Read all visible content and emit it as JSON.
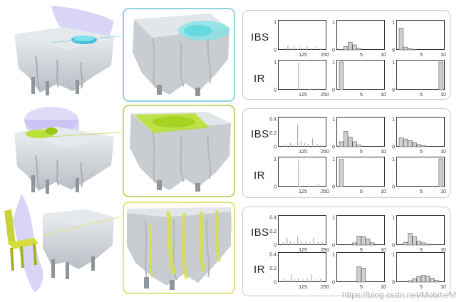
{
  "scenes": [
    {
      "object": "bowl",
      "cloud_color": "#7fe3e6",
      "frame_color": "#8fd3e0"
    },
    {
      "object": "bowl",
      "cloud_color": "#b6e02a",
      "frame_color": "#c2d96b"
    },
    {
      "object": "chair",
      "cloud_color": "#d8e04a",
      "frame_color": "#e3e37a"
    }
  ],
  "labels": {
    "ibs": "IBS",
    "ir": "IR"
  },
  "watermark": "https://blog.csdn.net/MobiheM",
  "chart_data": [
    {
      "scene": 1,
      "row": "IBS",
      "type": "bar",
      "xlim": [
        0,
        250
      ],
      "ylim": [
        0,
        1
      ],
      "xticks": [
        "125",
        "250"
      ],
      "yticks": [
        "0",
        "1"
      ],
      "bars": [
        [
          20,
          0.07
        ],
        [
          40,
          0.16
        ],
        [
          55,
          0.05
        ],
        [
          75,
          0.12
        ],
        [
          95,
          0.05
        ],
        [
          110,
          0.09
        ],
        [
          128,
          0.05
        ],
        [
          150,
          0.12
        ],
        [
          175,
          0.05
        ],
        [
          200,
          0.11
        ],
        [
          225,
          0.05
        ]
      ]
    },
    {
      "scene": 1,
      "row": "IBS",
      "type": "hist",
      "xlim": [
        0,
        10
      ],
      "ylim": [
        0,
        1
      ],
      "xticks": [
        "5",
        "10"
      ],
      "yticks": [
        "0",
        "1"
      ],
      "bins": [
        0.02,
        0.12,
        0.28,
        0.18,
        0.06,
        0,
        0,
        0,
        0,
        0
      ]
    },
    {
      "scene": 1,
      "row": "IBS",
      "type": "hist",
      "xlim": [
        0,
        10
      ],
      "ylim": [
        0,
        1
      ],
      "xticks": [
        "5",
        "10"
      ],
      "yticks": [
        "0",
        "1"
      ],
      "bins": [
        0.78,
        0.1,
        0.04,
        0.02,
        0,
        0,
        0,
        0,
        0,
        0
      ]
    },
    {
      "scene": 1,
      "row": "IR",
      "type": "bar",
      "xlim": [
        0,
        250
      ],
      "ylim": [
        0,
        1
      ],
      "xticks": [
        "125",
        "250"
      ],
      "yticks": [
        "0",
        "1"
      ],
      "bars": [
        [
          100,
          0.97
        ],
        [
          165,
          0.03
        ],
        [
          210,
          0.06
        ]
      ]
    },
    {
      "scene": 1,
      "row": "IR",
      "type": "hist",
      "xlim": [
        0,
        10
      ],
      "ylim": [
        0,
        1
      ],
      "xticks": [
        "5",
        "10"
      ],
      "yticks": [
        "0",
        "1"
      ],
      "bins": [
        1.0,
        0,
        0,
        0,
        0,
        0,
        0,
        0,
        0,
        0
      ]
    },
    {
      "scene": 1,
      "row": "IR",
      "type": "hist",
      "xlim": [
        0,
        10
      ],
      "ylim": [
        0,
        1
      ],
      "xticks": [
        "5",
        "10"
      ],
      "yticks": [
        "0",
        "1"
      ],
      "bins": [
        0,
        0,
        0,
        0,
        0,
        0,
        0,
        0,
        0,
        1.0
      ]
    },
    {
      "scene": 2,
      "row": "IBS",
      "type": "bar",
      "xlim": [
        0,
        250
      ],
      "ylim": [
        0,
        0.4
      ],
      "xticks": [
        "125",
        "250"
      ],
      "yticks": [
        "0",
        "0.2",
        "0.4"
      ],
      "bars": [
        [
          15,
          0.03
        ],
        [
          35,
          0.02
        ],
        [
          55,
          0.05
        ],
        [
          75,
          0.03
        ],
        [
          95,
          0.32
        ],
        [
          115,
          0.08
        ],
        [
          135,
          0.05
        ],
        [
          155,
          0.04
        ],
        [
          180,
          0.12
        ],
        [
          205,
          0.04
        ],
        [
          230,
          0.03
        ]
      ]
    },
    {
      "scene": 2,
      "row": "IBS",
      "type": "hist",
      "xlim": [
        0,
        10
      ],
      "ylim": [
        0,
        1
      ],
      "xticks": [
        "5",
        "10"
      ],
      "yticks": [
        "0",
        "1"
      ],
      "bins": [
        0.18,
        0.55,
        0.35,
        0.18,
        0.06,
        0,
        0,
        0,
        0,
        0
      ]
    },
    {
      "scene": 2,
      "row": "IBS",
      "type": "hist",
      "xlim": [
        0,
        10
      ],
      "ylim": [
        0,
        1
      ],
      "xticks": [
        "5",
        "10"
      ],
      "yticks": [
        "0",
        "1"
      ],
      "bins": [
        0.32,
        0.28,
        0.22,
        0.15,
        0.08,
        0.04,
        0,
        0,
        0,
        0
      ]
    },
    {
      "scene": 2,
      "row": "IR",
      "type": "bar",
      "xlim": [
        0,
        250
      ],
      "ylim": [
        0,
        1
      ],
      "xticks": [
        "125",
        "250"
      ],
      "yticks": [
        "0",
        "1"
      ],
      "bars": [
        [
          100,
          0.97
        ],
        [
          160,
          0.03
        ],
        [
          210,
          0.09
        ]
      ]
    },
    {
      "scene": 2,
      "row": "IR",
      "type": "hist",
      "xlim": [
        0,
        10
      ],
      "ylim": [
        0,
        1
      ],
      "xticks": [
        "5",
        "10"
      ],
      "yticks": [
        "0",
        "1"
      ],
      "bins": [
        0.98,
        0,
        0,
        0,
        0,
        0.02,
        0,
        0,
        0,
        0
      ]
    },
    {
      "scene": 2,
      "row": "IR",
      "type": "hist",
      "xlim": [
        0,
        10
      ],
      "ylim": [
        0,
        1
      ],
      "xticks": [
        "5",
        "10"
      ],
      "yticks": [
        "0",
        "1"
      ],
      "bins": [
        0,
        0,
        0,
        0,
        0,
        0,
        0,
        0,
        0,
        1.0
      ]
    },
    {
      "scene": 3,
      "row": "IBS",
      "type": "bar",
      "xlim": [
        0,
        250
      ],
      "ylim": [
        0,
        0.4
      ],
      "xticks": [
        "125",
        "250"
      ],
      "yticks": [
        "0",
        "0.2",
        "0.4"
      ],
      "bars": [
        [
          15,
          0.04
        ],
        [
          35,
          0.11
        ],
        [
          55,
          0.05
        ],
        [
          75,
          0.04
        ],
        [
          95,
          0.12
        ],
        [
          115,
          0.05
        ],
        [
          140,
          0.05
        ],
        [
          165,
          0.04
        ],
        [
          185,
          0.11
        ],
        [
          210,
          0.05
        ],
        [
          235,
          0.04
        ]
      ]
    },
    {
      "scene": 3,
      "row": "IBS",
      "type": "hist",
      "xlim": [
        0,
        10
      ],
      "ylim": [
        0,
        1
      ],
      "xticks": [
        "5",
        "10"
      ],
      "yticks": [
        "0",
        "1"
      ],
      "bins": [
        0,
        0,
        0,
        0.08,
        0.32,
        0.3,
        0.22,
        0.08,
        0,
        0
      ]
    },
    {
      "scene": 3,
      "row": "IBS",
      "type": "hist",
      "xlim": [
        0,
        10
      ],
      "ylim": [
        0,
        1
      ],
      "xticks": [
        "5",
        "10"
      ],
      "yticks": [
        "0",
        "1"
      ],
      "bins": [
        0,
        0.1,
        0.42,
        0.3,
        0.14,
        0.08,
        0.04,
        0,
        0,
        0
      ]
    },
    {
      "scene": 3,
      "row": "IR",
      "type": "bar",
      "xlim": [
        0,
        250
      ],
      "ylim": [
        0,
        0.4
      ],
      "xticks": [
        "125",
        "250"
      ],
      "yticks": [
        "0",
        "0.2",
        "0.4"
      ],
      "bars": [
        [
          20,
          0.05
        ],
        [
          40,
          0.03
        ],
        [
          60,
          0.11
        ],
        [
          80,
          0.04
        ],
        [
          100,
          0.06
        ],
        [
          125,
          0.04
        ],
        [
          150,
          0.05
        ],
        [
          175,
          0.11
        ],
        [
          200,
          0.04
        ],
        [
          225,
          0.05
        ]
      ]
    },
    {
      "scene": 3,
      "row": "IR",
      "type": "hist",
      "xlim": [
        0,
        10
      ],
      "ylim": [
        0,
        1
      ],
      "xticks": [
        "5",
        "10"
      ],
      "yticks": [
        "0",
        "1"
      ],
      "bins": [
        0,
        0,
        0,
        0,
        0.55,
        0.5,
        0,
        0,
        0,
        0
      ]
    },
    {
      "scene": 3,
      "row": "IR",
      "type": "hist",
      "xlim": [
        0,
        10
      ],
      "ylim": [
        0,
        1
      ],
      "xticks": [
        "5",
        "10"
      ],
      "yticks": [
        "0",
        "1"
      ],
      "bins": [
        0,
        0,
        0.05,
        0.12,
        0.2,
        0.24,
        0.22,
        0.14,
        0.06,
        0
      ]
    }
  ]
}
